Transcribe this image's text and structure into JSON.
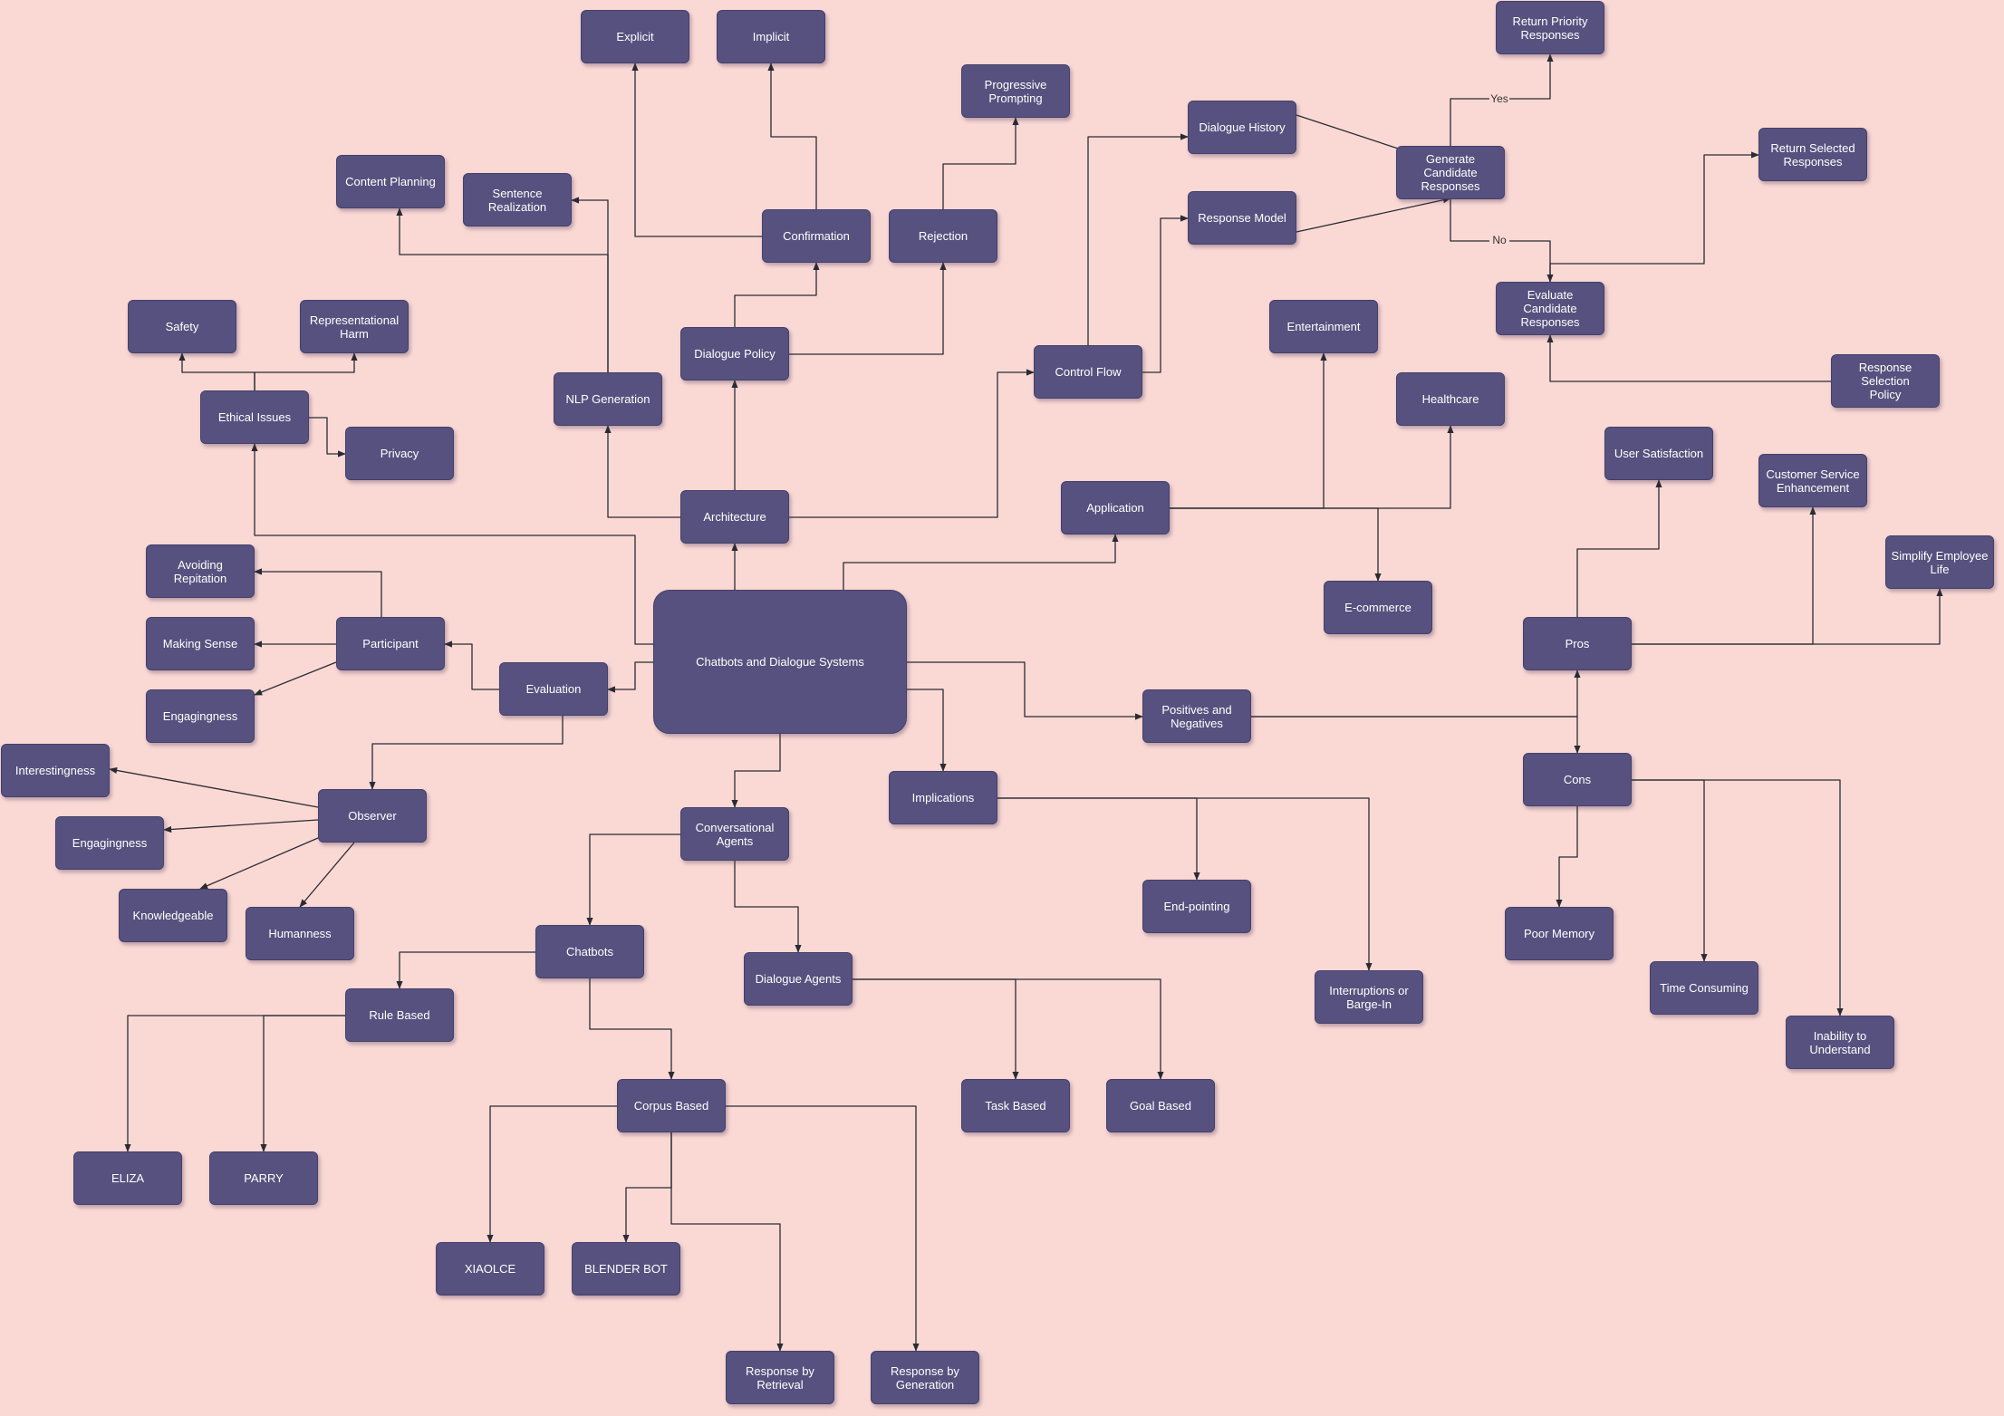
{
  "diagram": {
    "background": "#fad9d5",
    "node_color": "#56517e",
    "edge_color": "#2b2b33",
    "nodes": [
      {
        "id": "root",
        "label": "Chatbots and Dialogue Systems"
      },
      {
        "id": "architecture",
        "label": "Architecture"
      },
      {
        "id": "nlp_generation",
        "label": "NLP Generation"
      },
      {
        "id": "content_planning",
        "label": "Content Planning"
      },
      {
        "id": "sentence_realization",
        "label": "Sentence Realization"
      },
      {
        "id": "dialogue_policy",
        "label": "Dialogue Policy"
      },
      {
        "id": "confirmation",
        "label": "Confirmation"
      },
      {
        "id": "explicit",
        "label": "Explicit"
      },
      {
        "id": "implicit",
        "label": "Implicit"
      },
      {
        "id": "rejection",
        "label": "Rejection"
      },
      {
        "id": "progressive_prompting",
        "label": "Progressive\nPrompting"
      },
      {
        "id": "control_flow",
        "label": "Control Flow"
      },
      {
        "id": "dialogue_history",
        "label": "Dialogue History"
      },
      {
        "id": "response_model",
        "label": "Response Model"
      },
      {
        "id": "generate_candidate",
        "label": "Generate Candidate\nResponses"
      },
      {
        "id": "return_priority",
        "label": "Return Priority\nResponses"
      },
      {
        "id": "evaluate_candidate",
        "label": "Evaluate Candidate\nResponses"
      },
      {
        "id": "return_selected",
        "label": "Return Selected\nResponses"
      },
      {
        "id": "response_selection_policy",
        "label": "Response Selection\nPolicy"
      },
      {
        "id": "application",
        "label": "Application"
      },
      {
        "id": "entertainment",
        "label": "Entertainment"
      },
      {
        "id": "healthcare",
        "label": "Healthcare"
      },
      {
        "id": "ecommerce",
        "label": "E-commerce"
      },
      {
        "id": "ethical_issues",
        "label": "Ethical Issues"
      },
      {
        "id": "safety",
        "label": "Safety"
      },
      {
        "id": "representational_harm",
        "label": "Representational\nHarm"
      },
      {
        "id": "privacy",
        "label": "Privacy"
      },
      {
        "id": "evaluation",
        "label": "Evaluation"
      },
      {
        "id": "participant",
        "label": "Participant"
      },
      {
        "id": "avoiding_repitation",
        "label": "Avoiding Repitation"
      },
      {
        "id": "making_sense",
        "label": "Making Sense"
      },
      {
        "id": "engagingness_p",
        "label": "Engagingness"
      },
      {
        "id": "observer",
        "label": "Observer"
      },
      {
        "id": "interestingness",
        "label": "Interestingness"
      },
      {
        "id": "engagingness_o",
        "label": "Engagingness"
      },
      {
        "id": "knowledgeable",
        "label": "Knowledgeable"
      },
      {
        "id": "humanness",
        "label": "Humanness"
      },
      {
        "id": "conversational_agents",
        "label": "Conversational\nAgents"
      },
      {
        "id": "chatbots",
        "label": "Chatbots"
      },
      {
        "id": "rule_based",
        "label": "Rule Based"
      },
      {
        "id": "eliza",
        "label": "ELIZA"
      },
      {
        "id": "parry",
        "label": "PARRY"
      },
      {
        "id": "corpus_based",
        "label": "Corpus Based"
      },
      {
        "id": "xiaolce",
        "label": "XIAOLCE"
      },
      {
        "id": "blender_bot",
        "label": "BLENDER BOT"
      },
      {
        "id": "response_retrieval",
        "label": "Response by\nRetrieval"
      },
      {
        "id": "response_generation",
        "label": "Response by\nGeneration"
      },
      {
        "id": "dialogue_agents",
        "label": "Dialogue Agents"
      },
      {
        "id": "task_based",
        "label": "Task Based"
      },
      {
        "id": "goal_based",
        "label": "Goal Based"
      },
      {
        "id": "implications",
        "label": "Implications"
      },
      {
        "id": "end_pointing",
        "label": "End-pointing"
      },
      {
        "id": "interruptions",
        "label": "Interruptions or\nBarge-In"
      },
      {
        "id": "positives_negatives",
        "label": "Positives and\nNegatives"
      },
      {
        "id": "pros",
        "label": "Pros"
      },
      {
        "id": "user_satisfaction",
        "label": "User Satisfaction"
      },
      {
        "id": "customer_service",
        "label": "Customer Service\nEnhancement"
      },
      {
        "id": "simplify_employee",
        "label": "Simplify Employee\nLife"
      },
      {
        "id": "cons",
        "label": "Cons"
      },
      {
        "id": "poor_memory",
        "label": "Poor Memory"
      },
      {
        "id": "time_consuming",
        "label": "Time Consuming"
      },
      {
        "id": "inability",
        "label": "Inability to\nUnderstand"
      }
    ],
    "edges": [
      {
        "from": "root",
        "to": "architecture"
      },
      {
        "from": "architecture",
        "to": "nlp_generation"
      },
      {
        "from": "nlp_generation",
        "to": "content_planning"
      },
      {
        "from": "nlp_generation",
        "to": "sentence_realization"
      },
      {
        "from": "architecture",
        "to": "dialogue_policy"
      },
      {
        "from": "dialogue_policy",
        "to": "confirmation"
      },
      {
        "from": "confirmation",
        "to": "explicit"
      },
      {
        "from": "confirmation",
        "to": "implicit"
      },
      {
        "from": "dialogue_policy",
        "to": "rejection"
      },
      {
        "from": "rejection",
        "to": "progressive_prompting"
      },
      {
        "from": "architecture",
        "to": "control_flow"
      },
      {
        "from": "control_flow",
        "to": "dialogue_history"
      },
      {
        "from": "control_flow",
        "to": "response_model"
      },
      {
        "from": "dialogue_history",
        "to": "generate_candidate"
      },
      {
        "from": "response_model",
        "to": "generate_candidate"
      },
      {
        "from": "generate_candidate",
        "to": "return_priority",
        "label": "Yes"
      },
      {
        "from": "generate_candidate",
        "to": "evaluate_candidate",
        "label": "No"
      },
      {
        "from": "evaluate_candidate",
        "to": "return_selected"
      },
      {
        "from": "response_selection_policy",
        "to": "evaluate_candidate"
      },
      {
        "from": "root",
        "to": "application"
      },
      {
        "from": "application",
        "to": "entertainment"
      },
      {
        "from": "application",
        "to": "healthcare"
      },
      {
        "from": "application",
        "to": "ecommerce"
      },
      {
        "from": "root",
        "to": "ethical_issues"
      },
      {
        "from": "ethical_issues",
        "to": "safety"
      },
      {
        "from": "ethical_issues",
        "to": "representational_harm"
      },
      {
        "from": "ethical_issues",
        "to": "privacy"
      },
      {
        "from": "root",
        "to": "evaluation"
      },
      {
        "from": "evaluation",
        "to": "participant"
      },
      {
        "from": "participant",
        "to": "avoiding_repitation"
      },
      {
        "from": "participant",
        "to": "making_sense"
      },
      {
        "from": "participant",
        "to": "engagingness_p"
      },
      {
        "from": "evaluation",
        "to": "observer"
      },
      {
        "from": "observer",
        "to": "interestingness"
      },
      {
        "from": "observer",
        "to": "engagingness_o"
      },
      {
        "from": "observer",
        "to": "knowledgeable"
      },
      {
        "from": "observer",
        "to": "humanness"
      },
      {
        "from": "root",
        "to": "conversational_agents"
      },
      {
        "from": "conversational_agents",
        "to": "chatbots"
      },
      {
        "from": "chatbots",
        "to": "rule_based"
      },
      {
        "from": "rule_based",
        "to": "eliza"
      },
      {
        "from": "rule_based",
        "to": "parry"
      },
      {
        "from": "chatbots",
        "to": "corpus_based"
      },
      {
        "from": "corpus_based",
        "to": "xiaolce"
      },
      {
        "from": "corpus_based",
        "to": "blender_bot"
      },
      {
        "from": "corpus_based",
        "to": "response_retrieval"
      },
      {
        "from": "corpus_based",
        "to": "response_generation"
      },
      {
        "from": "conversational_agents",
        "to": "dialogue_agents"
      },
      {
        "from": "dialogue_agents",
        "to": "task_based"
      },
      {
        "from": "dialogue_agents",
        "to": "goal_based"
      },
      {
        "from": "root",
        "to": "implications"
      },
      {
        "from": "implications",
        "to": "end_pointing"
      },
      {
        "from": "implications",
        "to": "interruptions"
      },
      {
        "from": "root",
        "to": "positives_negatives"
      },
      {
        "from": "positives_negatives",
        "to": "pros"
      },
      {
        "from": "pros",
        "to": "user_satisfaction"
      },
      {
        "from": "pros",
        "to": "customer_service"
      },
      {
        "from": "pros",
        "to": "simplify_employee"
      },
      {
        "from": "positives_negatives",
        "to": "cons"
      },
      {
        "from": "cons",
        "to": "poor_memory"
      },
      {
        "from": "cons",
        "to": "time_consuming"
      },
      {
        "from": "cons",
        "to": "inability"
      }
    ]
  }
}
